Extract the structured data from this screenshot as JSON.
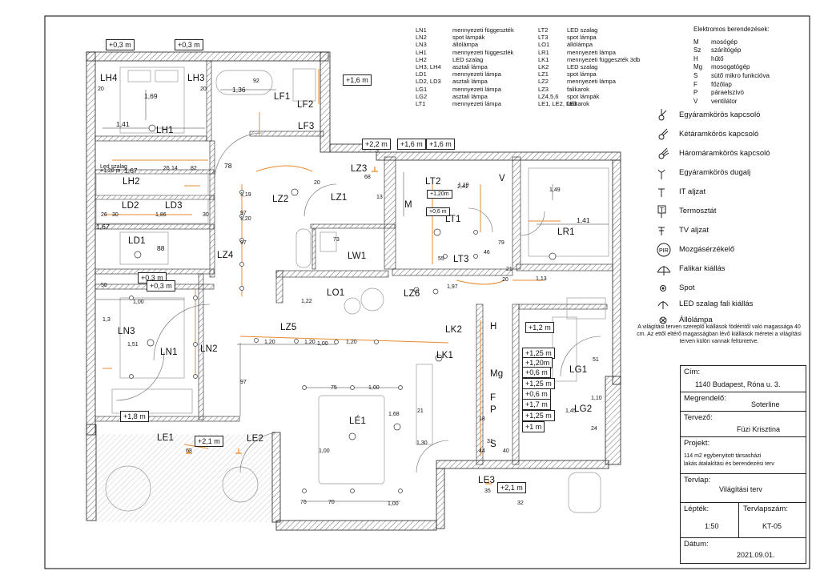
{
  "legend_codes": {
    "col1": [
      {
        "code": "LN1",
        "desc": "mennyezeti függeszték"
      },
      {
        "code": "LN2",
        "desc": "spot lámpák"
      },
      {
        "code": "LN3",
        "desc": "állólámpa"
      },
      {
        "code": "LH1",
        "desc": "mennyezeti függeszlék"
      },
      {
        "code": "LH2",
        "desc": "LED szalag"
      },
      {
        "code": "LH3, LH4",
        "desc": "asztali lámpa"
      },
      {
        "code": "LD1",
        "desc": "mennyezeti lámpa"
      },
      {
        "code": "LD2, LD3",
        "desc": "asztali lámpa"
      },
      {
        "code": "LG1",
        "desc": "mennyezeti lámpa"
      },
      {
        "code": "LG2",
        "desc": "asztali lámpa"
      },
      {
        "code": "LT1",
        "desc": "mennyezeti lámpa"
      }
    ],
    "col2": [
      {
        "code": "LT2",
        "desc": "LED szalag"
      },
      {
        "code": "LT3",
        "desc": "spot lámpa"
      },
      {
        "code": "LO1",
        "desc": "állólámpa"
      },
      {
        "code": "LR1",
        "desc": "mennyezeti lámpa"
      },
      {
        "code": "LK1",
        "desc": "mennyezeti függeszték 3db"
      },
      {
        "code": "LK2",
        "desc": "LED szalag"
      },
      {
        "code": "LZ1",
        "desc": "spot lámpa"
      },
      {
        "code": "LZ2",
        "desc": "mennyezeti lámpa"
      },
      {
        "code": "LZ3",
        "desc": "falikarok"
      },
      {
        "code": "LZ4,5,6",
        "desc": "spot lámpák"
      },
      {
        "code": "LE1, LE2, LE3",
        "desc": "falikarok"
      }
    ]
  },
  "appliances": {
    "title": "Elektromos berendezések:",
    "items": [
      {
        "code": "M",
        "desc": "mosógép"
      },
      {
        "code": "Sz",
        "desc": "szárítógép"
      },
      {
        "code": "H",
        "desc": "hűtő"
      },
      {
        "code": "Mg",
        "desc": "mosogatógép"
      },
      {
        "code": "S",
        "desc": "sütő mikro funkcióva"
      },
      {
        "code": "F",
        "desc": "főzőlap"
      },
      {
        "code": "P",
        "desc": "páraelszívó"
      },
      {
        "code": "V",
        "desc": "ventilátor"
      }
    ]
  },
  "symbols": [
    "Egyáramkörös kapcsoló",
    "Kétáramkörös kapcsoló",
    "Háromáramkörös kapcsoló",
    "Egyáramkörös dugalj",
    "IT aljzat",
    "Termosztát",
    "TV aljzat",
    "Mozgásérzékelő",
    "Falikar kiállás",
    "Spot",
    "LED szalag fali kiállás",
    "Állólámpa"
  ],
  "pir_label": "PIR",
  "termostat_label": "T",
  "note": "A világítási terven szereplő kiállások födémtől való magassága 40 cm. Az ettől eltérő magasságban lévő kiállások méretei a világítási terven külön vannak feltüntetve.",
  "title_block": {
    "cim_label": "Cím:",
    "cim_value": "1140 Budapest, Róna u. 3.",
    "megrendelo_label": "Megrendelő:",
    "megrendelo_value": "Soterline",
    "tervezo_label": "Tervező:",
    "tervezo_value": "Füzi Krisztina",
    "projekt_label": "Projekt:",
    "projekt_value_1": "114 m2 egybenyitott társasházi",
    "projekt_value_2": "lakás átalakítási és berendezési terv",
    "tervlap_label": "Tervlap:",
    "tervlap_value": "Világítási terv",
    "leptek_label": "Lépték:",
    "leptek_value": "1:50",
    "tervlapszam_label": "Tervlapszám:",
    "tervlapszam_value": "KT-05",
    "datum_label": "Dátum:",
    "datum_value": "2021.09.01."
  },
  "room_tags": [
    {
      "id": "LH4",
      "text": "LH4"
    },
    {
      "id": "LH3",
      "text": "LH3"
    },
    {
      "id": "LF1",
      "text": "LF1"
    },
    {
      "id": "LF2",
      "text": "LF2"
    },
    {
      "id": "LF3",
      "text": "LF3"
    },
    {
      "id": "LH1",
      "text": "LH1"
    },
    {
      "id": "LH2",
      "text": "LH2"
    },
    {
      "id": "LD2",
      "text": "LD2"
    },
    {
      "id": "LD3",
      "text": "LD3"
    },
    {
      "id": "LD1",
      "text": "LD1"
    },
    {
      "id": "LZ4",
      "text": "LZ4"
    },
    {
      "id": "LZ2",
      "text": "LZ2"
    },
    {
      "id": "LZ1",
      "text": "LZ1"
    },
    {
      "id": "LZ3",
      "text": "LZ3"
    },
    {
      "id": "LW1",
      "text": "LW1"
    },
    {
      "id": "LT2",
      "text": "LT2"
    },
    {
      "id": "M",
      "text": "M"
    },
    {
      "id": "LT1",
      "text": "LT1"
    },
    {
      "id": "LT3",
      "text": "LT3"
    },
    {
      "id": "V",
      "text": "V"
    },
    {
      "id": "LR1",
      "text": "LR1"
    },
    {
      "id": "LO1",
      "text": "LO1"
    },
    {
      "id": "LZ6",
      "text": "LZ6"
    },
    {
      "id": "LZ5",
      "text": "LZ5"
    },
    {
      "id": "LN3",
      "text": "LN3"
    },
    {
      "id": "LN1",
      "text": "LN1"
    },
    {
      "id": "LN2",
      "text": "LN2"
    },
    {
      "id": "LK2",
      "text": "LK2"
    },
    {
      "id": "LK1",
      "text": "LK1"
    },
    {
      "id": "H",
      "text": "H"
    },
    {
      "id": "Mg",
      "text": "Mg"
    },
    {
      "id": "F",
      "text": "F"
    },
    {
      "id": "P",
      "text": "P"
    },
    {
      "id": "S",
      "text": "S"
    },
    {
      "id": "LG1",
      "text": "LG1"
    },
    {
      "id": "LG2",
      "text": "LG2"
    },
    {
      "id": "LE1",
      "text": "LE1"
    },
    {
      "id": "LE2",
      "text": "LE2"
    },
    {
      "id": "LE3",
      "text": "LE3"
    },
    {
      "id": "LE1b",
      "text": "LÉ1"
    }
  ],
  "height_marks": [
    "+0,3 m",
    "+0,3 m",
    "+1,6 m",
    "+2,2 m",
    "+1,6 m",
    "+1,6 m",
    "+1,20m",
    "+0,6 m",
    "+0,3 m",
    "+0,3 m",
    "+1,2 m",
    "+1,25 m",
    "+1,20m",
    "+0,6 m",
    "+1,25 m",
    "+0,6 m",
    "+1,7 m",
    "+1,25 m",
    "+1 m",
    "+1,8 m",
    "+2,1 m",
    "+2,1 m"
  ],
  "dimensions": [
    "20",
    "20",
    "92",
    "1,36",
    "1,69",
    "1,41",
    "78",
    "Led szalag",
    "+1,20 m",
    "1,67",
    "26",
    "14",
    "82",
    "97",
    "68",
    "20",
    "13",
    "26",
    "1,86",
    "1,67",
    "30",
    "30",
    "88",
    "73",
    "55",
    "46",
    "1,19",
    "1,49",
    "1,41",
    "79",
    "21",
    "1,13",
    "50",
    "1,00",
    "1,3",
    "1,51",
    "1,00",
    "1,20",
    "1,20",
    "1,20",
    "1,20",
    "97",
    "1,97",
    "1,22",
    "20",
    "21",
    "75",
    "1,00",
    "1,00",
    "1,68",
    "1,30",
    "76",
    "70",
    "1,00",
    "63",
    "31",
    "40",
    "35",
    "18",
    "44",
    "32",
    "51",
    "1,10",
    "24",
    "1,45",
    "2,41",
    "1,19",
    "97",
    "97"
  ]
}
